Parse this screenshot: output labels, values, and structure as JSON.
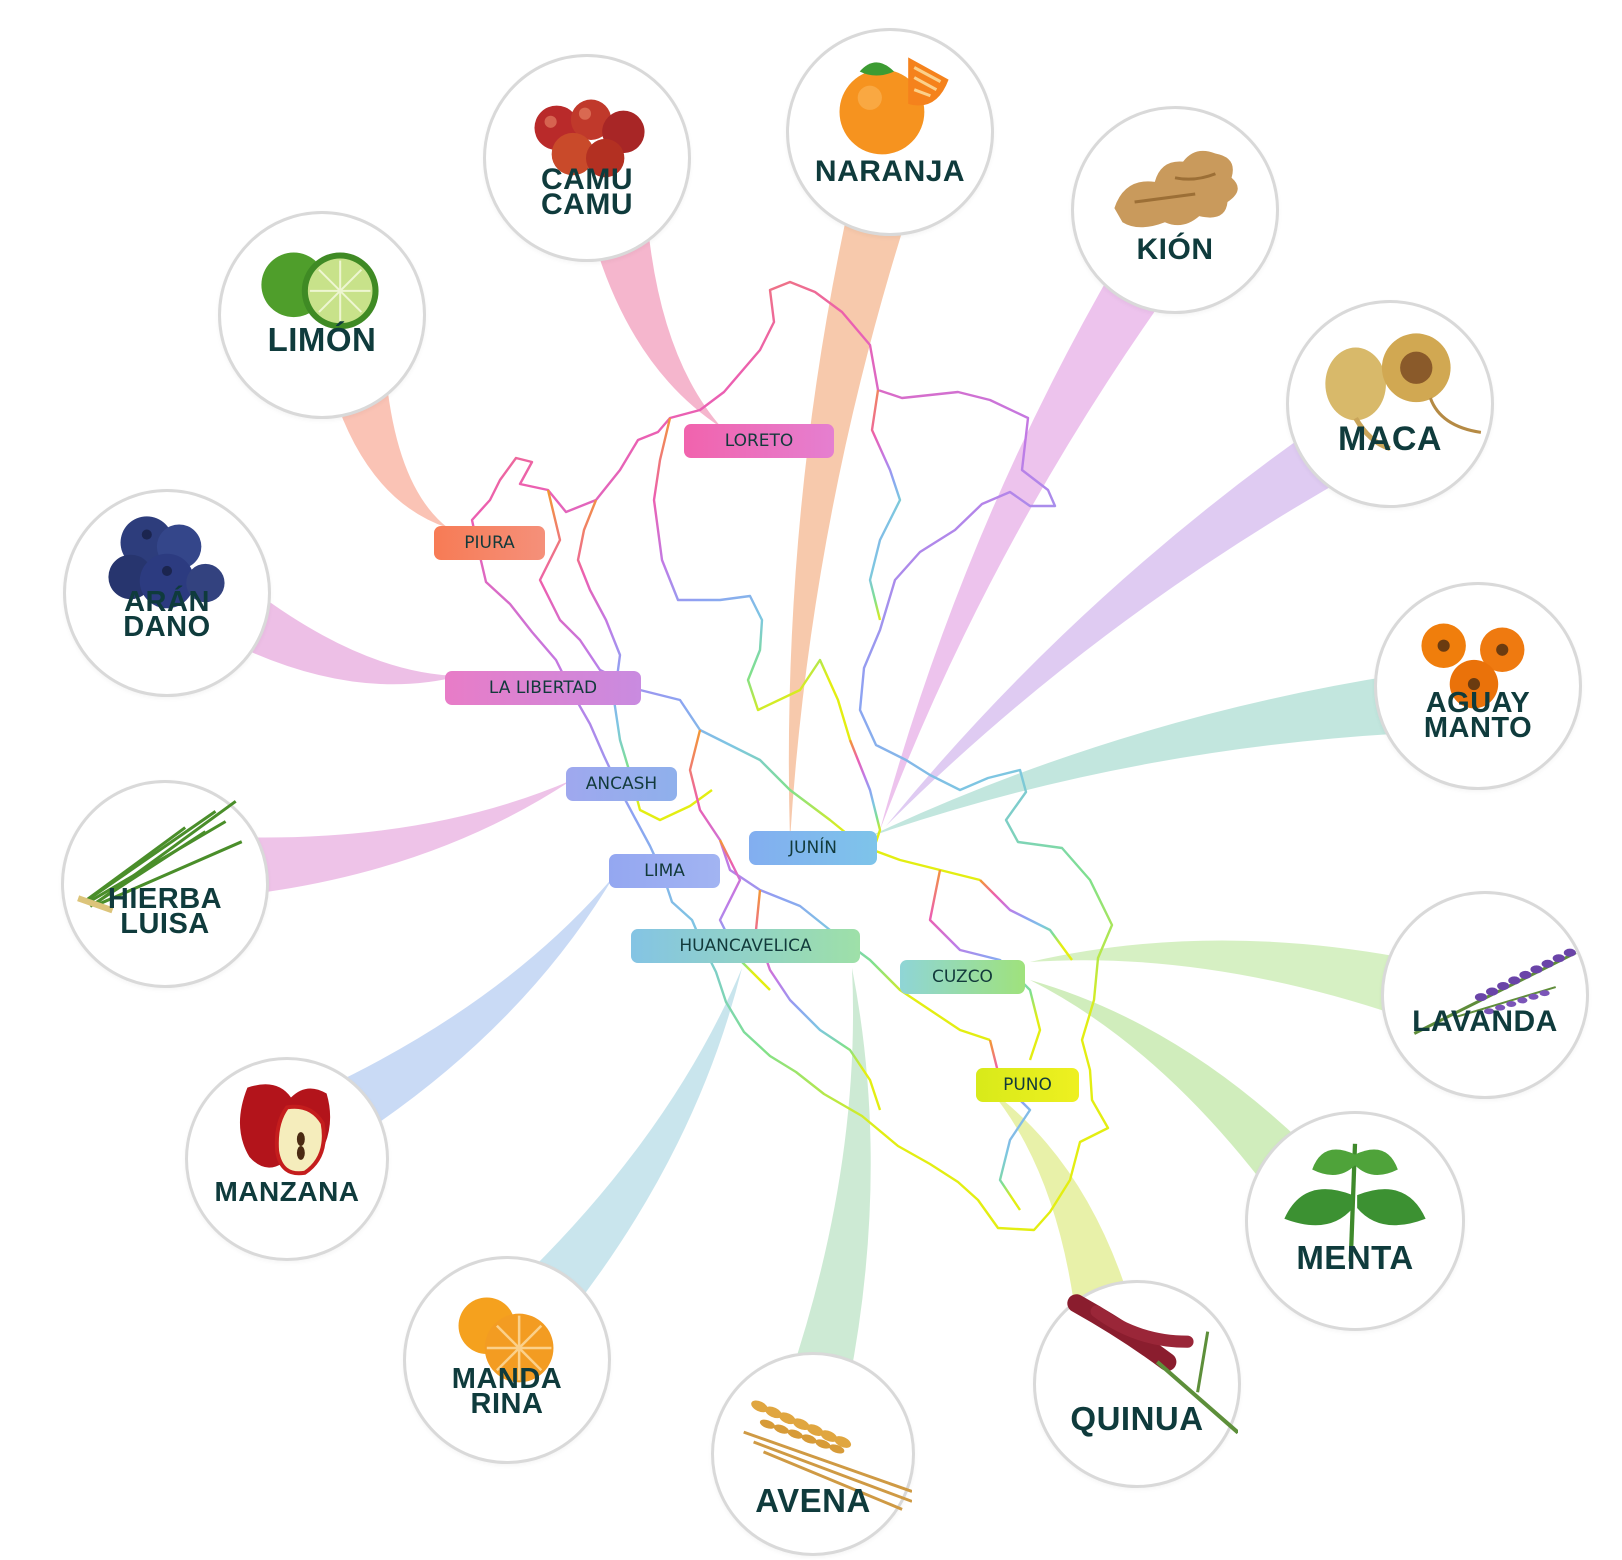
{
  "regions": [
    {
      "name": "LORETO",
      "color": "#e963b6"
    },
    {
      "name": "PIURA",
      "color": "#f68457"
    },
    {
      "name": "LA LIBERTAD",
      "color": "#cf82dc"
    },
    {
      "name": "ANCASH",
      "color": "#8fa6ec"
    },
    {
      "name": "LIMA",
      "color": "#93a8f0"
    },
    {
      "name": "JUNÍN",
      "color": "#7eb4ee"
    },
    {
      "name": "HUANCAVELICA",
      "color": "#8ad0d6"
    },
    {
      "name": "CUZCO",
      "color": "#a4e2a1"
    },
    {
      "name": "PUNO",
      "color": "#e2ec16"
    }
  ],
  "products": [
    {
      "label": "CAMU\nCAMU",
      "icon": "camu-camu-icon",
      "region": "LORETO",
      "ribbon_color": "#f3a9c4"
    },
    {
      "label": "NARANJA",
      "icon": "orange-icon",
      "region": "JUNÍN",
      "ribbon_color": "#f6c09e"
    },
    {
      "label": "KIÓN",
      "icon": "ginger-icon",
      "region": "JUNÍN",
      "ribbon_color": "#eab8ea"
    },
    {
      "label": "LIMÓN",
      "icon": "lime-icon",
      "region": "PIURA",
      "ribbon_color": "#f9b8a8"
    },
    {
      "label": "MACA",
      "icon": "maca-icon",
      "region": "JUNÍN",
      "ribbon_color": "#d9c2f0"
    },
    {
      "label": "ARÁN\nDANO",
      "icon": "blueberry-icon",
      "region": "LA LIBERTAD",
      "ribbon_color": "#eab4e2"
    },
    {
      "label": "AGUAY\nMANTO",
      "icon": "goldenberry-icon",
      "region": "JUNÍN",
      "ribbon_color": "#b7e2d8"
    },
    {
      "label": "HIERBA\nLUISA",
      "icon": "lemongrass-icon",
      "region": "ANCASH",
      "ribbon_color": "#ebb8e4"
    },
    {
      "label": "LAVANDA",
      "icon": "lavender-icon",
      "region": "CUZCO",
      "ribbon_color": "#cfedb8"
    },
    {
      "label": "MANZANA",
      "icon": "apple-icon",
      "region": "LIMA",
      "ribbon_color": "#bfd3f3"
    },
    {
      "label": "MENTA",
      "icon": "mint-icon",
      "region": "CUZCO",
      "ribbon_color": "#c8eab0"
    },
    {
      "label": "MANDA\nRINA",
      "icon": "mandarin-icon",
      "region": "HUANCAVELICA",
      "ribbon_color": "#bfe1ea"
    },
    {
      "label": "AVENA",
      "icon": "oat-icon",
      "region": "HUANCAVELICA",
      "ribbon_color": "#c4e6cc"
    },
    {
      "label": "QUINUA",
      "icon": "quinoa-icon",
      "region": "PUNO",
      "ribbon_color": "#e4ef9a"
    }
  ]
}
